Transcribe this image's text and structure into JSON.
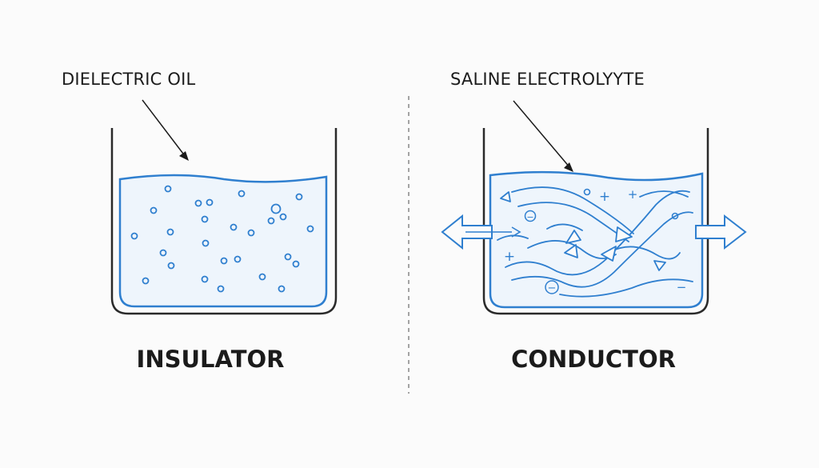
{
  "left_panel": {
    "callout": "DIELECTRIC OIL",
    "caption": "INSULATOR"
  },
  "right_panel": {
    "callout": "SALINE ELECTROLYYTE",
    "caption": "CONDUCTOR",
    "ion_labels": [
      "+",
      "+",
      "+",
      "−",
      "−",
      "−"
    ]
  },
  "colors": {
    "liquid_stroke": "#2f7fcf",
    "liquid_fill": "#eef5fc",
    "container": "#2a2a2a",
    "text": "#1b1b1b",
    "divider": "#888888"
  }
}
